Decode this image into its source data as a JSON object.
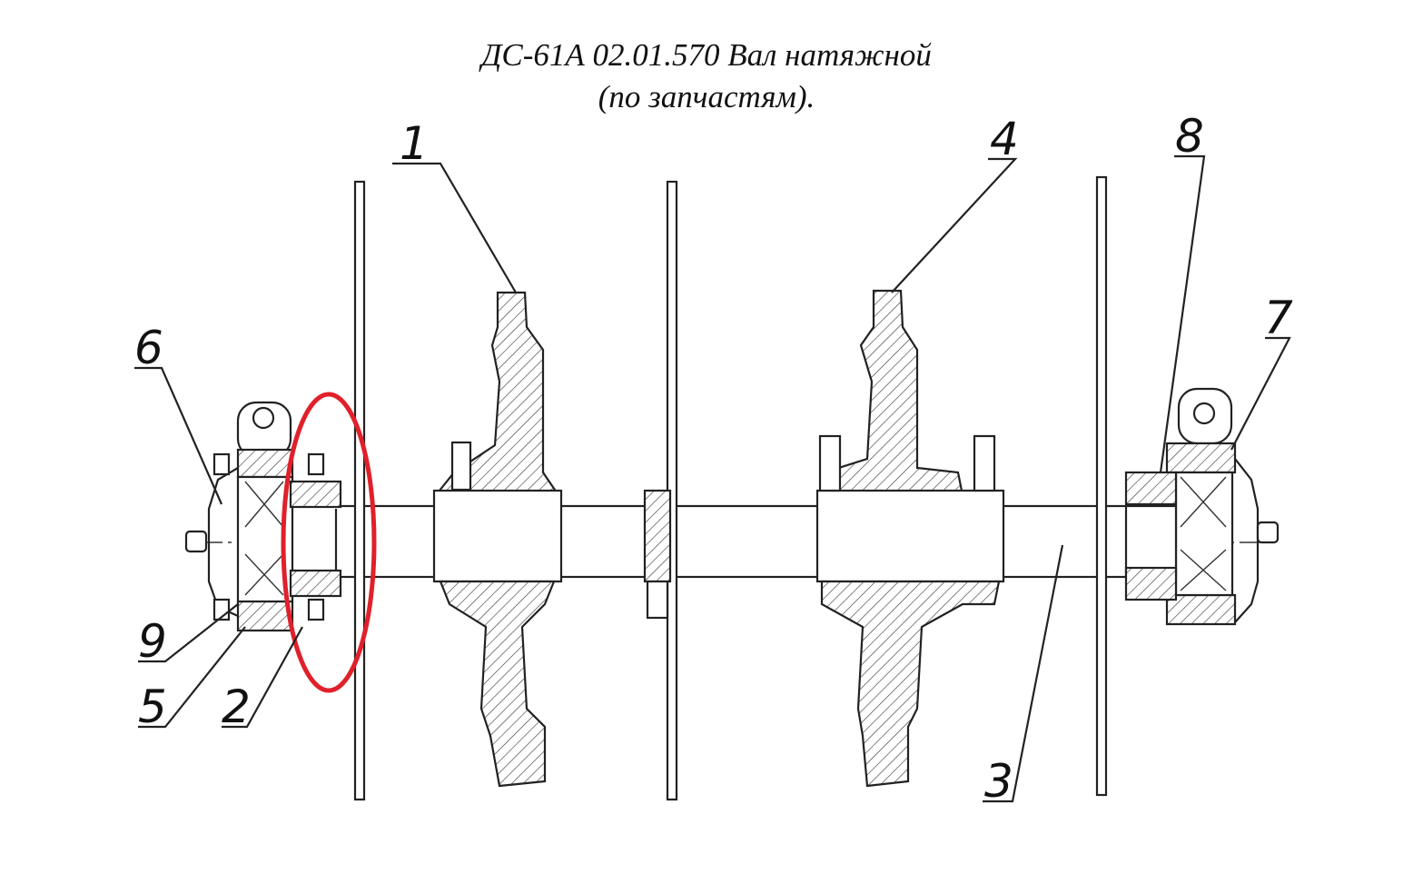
{
  "title_line1": "ДС-61А 02.01.570 Вал натяжной",
  "title_line2": "(по запчастям).",
  "callouts": {
    "c1": "1",
    "c2": "2",
    "c3": "3",
    "c4": "4",
    "c5": "5",
    "c6": "6",
    "c7": "7",
    "c8": "8",
    "c9": "9"
  },
  "highlight_color": "#e0202a",
  "line_color": "#222222"
}
